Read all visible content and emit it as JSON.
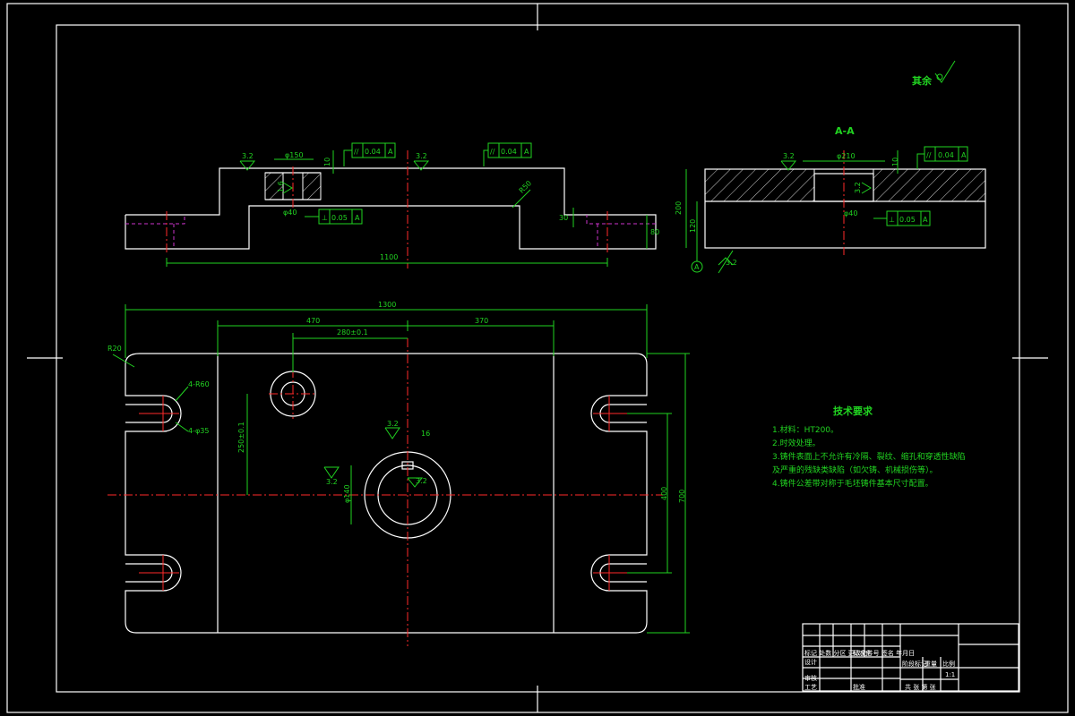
{
  "surface_note": {
    "label": "其余"
  },
  "section_title": "A-A",
  "front_view": {
    "roughness": [
      "3.2",
      "3.2",
      "1.6"
    ],
    "dim_hole_dia": "φ150",
    "dim_depth": "10",
    "gdt_parallel": {
      "symbol": "//",
      "value": "0.04",
      "datum": "A"
    },
    "gdt_parallel2": {
      "symbol": "//",
      "value": "0.04",
      "datum": "A"
    },
    "gdt_perp": {
      "symbol": "⊥",
      "value": "0.05",
      "datum": "A"
    },
    "dim_hole_small": "φ40",
    "dim_radius": "R50",
    "dim_step": "30",
    "dim_height": "80",
    "dim_span": "1100"
  },
  "section_view": {
    "roughness": [
      "3.2",
      "3.2",
      "3.2"
    ],
    "dim_hole_dia": "φ210",
    "dim_depth": "10",
    "gdt_parallel": {
      "symbol": "//",
      "value": "0.04",
      "datum": "A"
    },
    "gdt_perp": {
      "symbol": "⊥",
      "value": "0.05",
      "datum": "A"
    },
    "dim_hole": "φ40",
    "dim_total_h": "200",
    "dim_lower_h": "120",
    "datum_label": "A"
  },
  "top_view": {
    "dim_overall_w": "1300",
    "dim_left": "470",
    "dim_right": "370",
    "dim_offset": "280±0.1",
    "dim_corner": "R20",
    "dim_slot_r": "4-R60",
    "dim_slot_w": "4-φ35",
    "dim_vert": "250±0.1",
    "dim_hole_big": "φ140",
    "dim_keyway": "16",
    "dim_slot_span": "400",
    "dim_overall_h": "700",
    "roughness": [
      "3.2",
      "3.2",
      "3.2"
    ]
  },
  "tech_req": {
    "title": "技术要求",
    "items": [
      "1.材料：HT200。",
      "2.时效处理。",
      "3.铸件表面上不允许有冷隔、裂纹、缩孔和穿透性缺陷",
      "及严重的残缺类缺陷（如欠铸、机械损伤等）。",
      "4.铸件公差带对称于毛坯铸件基本尺寸配置。"
    ]
  },
  "title_block": {
    "row1": "标记 处数 分区 更改文件号 签名 年月日",
    "design": "设计",
    "standard": "标准化",
    "stage": "阶段标记",
    "weight": "重量",
    "scale": "比例",
    "scale_value": "1:1",
    "review": "审核",
    "craft": "工艺",
    "approve": "批准",
    "sheet": "共 张 第 张"
  }
}
